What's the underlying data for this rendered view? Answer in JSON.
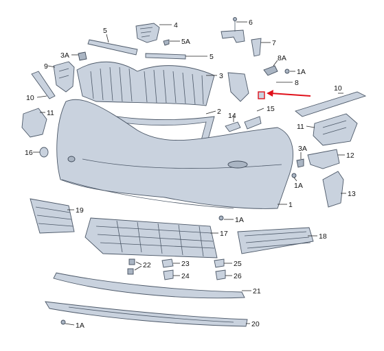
{
  "diagram": {
    "labels": {
      "l1": "1",
      "l1a_a": "1A",
      "l1a_b": "1A",
      "l1a_c": "1A",
      "l1a_d": "1A",
      "l2": "2",
      "l3": "3",
      "l3a_a": "3A",
      "l3a_b": "3A",
      "l4": "4",
      "l5_a": "5",
      "l5_b": "5",
      "l5a": "5A",
      "l6": "6",
      "l7": "7",
      "l8": "8",
      "l8a": "8A",
      "l9": "9",
      "l10_a": "10",
      "l10_b": "10",
      "l11_a": "11",
      "l11_b": "11",
      "l12": "12",
      "l13": "13",
      "l14": "14",
      "l15": "15",
      "l16": "16",
      "l17": "17",
      "l18": "18",
      "l19": "19",
      "l20": "20",
      "l21": "21",
      "l22": "22",
      "l23": "23",
      "l24": "24",
      "l25": "25",
      "l26": "26"
    },
    "colors": {
      "part_fill": "#c9d2de",
      "part_stroke": "#4a5666",
      "highlight_arrow": "#e0101a"
    }
  }
}
